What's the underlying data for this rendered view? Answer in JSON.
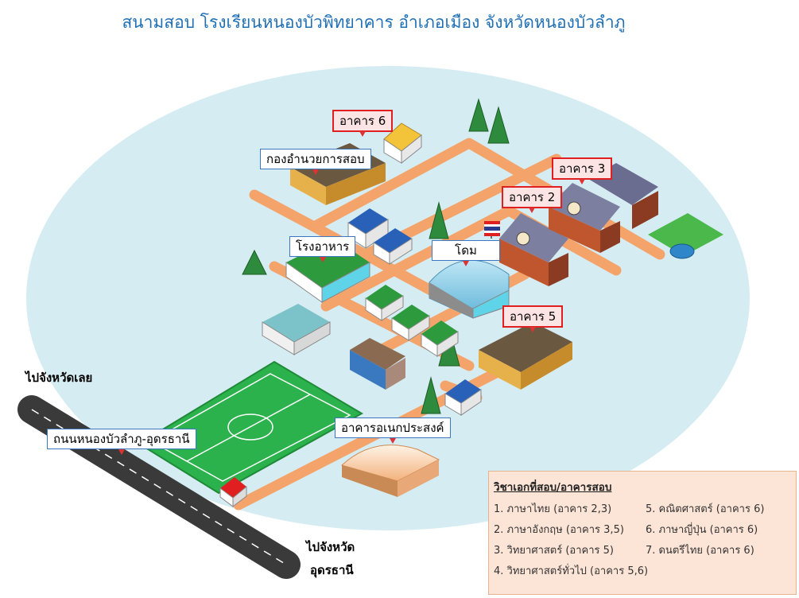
{
  "title": "สนามสอบ โรงเรียนหนองบัวพิทยาคาร อำเภอเมือง จังหวัดหนองบัวลำภู",
  "labels": {
    "b6": "อาคาร 6",
    "admin": "กองอำนวยการสอบ",
    "b3": "อาคาร 3",
    "b2": "อาคาร 2",
    "canteen": "โรงอาหาร",
    "dome": "โดม",
    "b5": "อาคาร 5",
    "multi": "อาคารอเนกประสงค์",
    "road": "ถนนหนองบัวลำภู-อุดรธานี"
  },
  "directions": {
    "loei": "ไปจังหวัดเลย",
    "udon_1": "ไปจังหวัด",
    "udon_2": "อุดรธานี"
  },
  "legend": {
    "title": "วิชาเอกที่สอบ/อาคารสอบ",
    "items": [
      "1. ภาษาไทย (อาคาร 2,3)",
      "2. ภาษาอังกฤษ (อาคาร 3,5)",
      "3. วิทยาศาสตร์ (อาคาร 5)",
      "4. วิทยาศาสตร์ทั่วไป (อาคาร 5,6)",
      "5. คณิตศาสตร์ (อาคาร 6)",
      "6. ภาษาญี่ปุ่น (อาคาร 6)",
      "7. ดนตรีไทย (อาคาร 6)"
    ]
  },
  "colors": {
    "title": "#1f6fb5",
    "campus": "#d6ecf3",
    "path": "#f4a46a",
    "field": "#2bb24c",
    "road": "#3a3a3a",
    "legend_bg": "#fce4d6"
  }
}
